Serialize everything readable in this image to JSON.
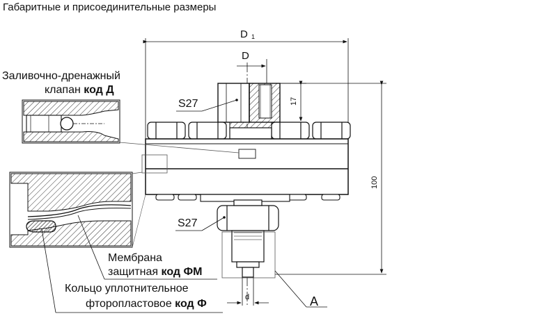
{
  "page": {
    "title": "Габаритные и присоединительные размеры"
  },
  "dimensions": {
    "d1": "D",
    "d1_sub": "1",
    "d": "D",
    "height_17": "17",
    "height_100": "100",
    "small_d": "d"
  },
  "callouts": {
    "drain_valve": {
      "line1": "Заливочно-дренажный",
      "line2_plain": "клапан ",
      "line2_bold": "код Д"
    },
    "wrench_top": "S27",
    "wrench_bottom": "S27",
    "membrane": {
      "line1": "Мембрана",
      "line2_plain": "защитная ",
      "line2_bold": "код ФМ"
    },
    "ring": {
      "line1": "Кольцо уплотнительное",
      "line2_plain": "фторопластовое ",
      "line2_bold": "код Ф"
    },
    "view_a": "A"
  },
  "colors": {
    "line": "#111111",
    "hatch": "#333333",
    "bg": "#ffffff",
    "leader": "#555555"
  }
}
